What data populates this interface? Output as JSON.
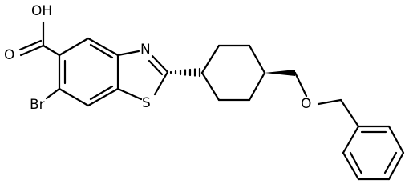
{
  "molecule": {
    "atoms": {
      "carboxyl_oh": "OH",
      "carbonyl_o": "O",
      "thiazole_n": "N",
      "thiazole_s": "S",
      "bromine": "Br",
      "ether_o": "O"
    }
  },
  "colors": {
    "bond": "#000000",
    "background": "#ffffff"
  }
}
